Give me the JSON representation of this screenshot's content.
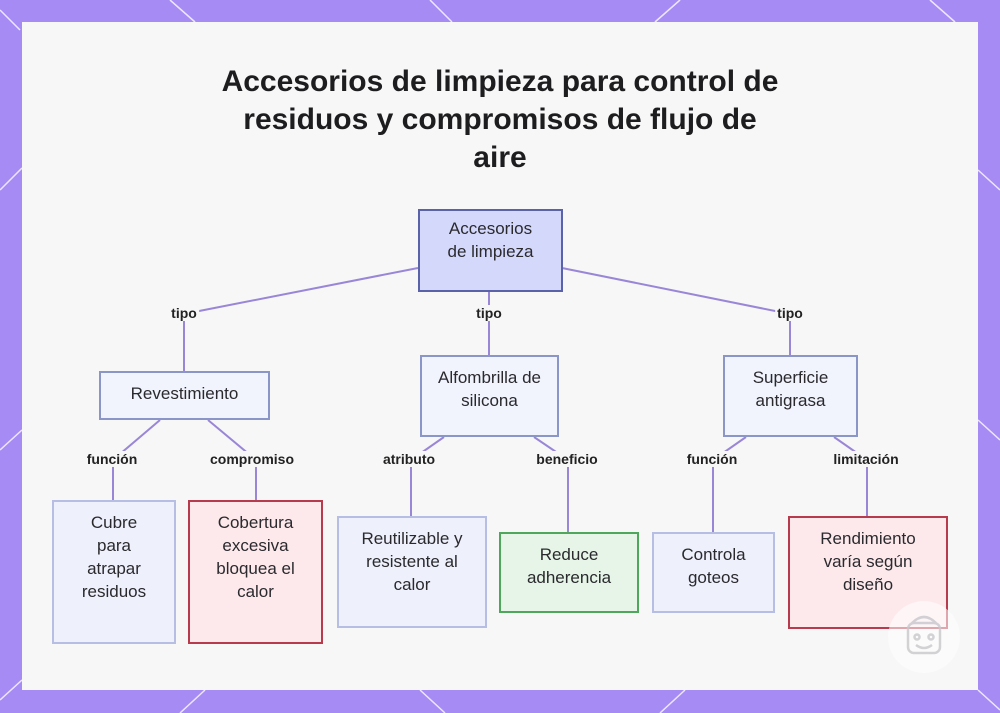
{
  "title": "Accesorios de limpieza para control de residuos y compromisos de flujo de aire",
  "nodes": {
    "root": "Accesorios de limpieza",
    "revestimiento": "Revestimiento",
    "alfombrilla": "Alfombrilla de silicona",
    "superficie": "Superficie antigrasa",
    "cubre": "Cubre para atrapar residuos",
    "cobertura": "Cobertura excesiva bloquea el calor",
    "reutilizable": "Reutilizable y resistente al calor",
    "reduce": "Reduce adherencia",
    "controla": "Controla goteos",
    "rendimiento": "Rendimiento varía según diseño"
  },
  "edges": {
    "tipo1": "tipo",
    "tipo2": "tipo",
    "tipo3": "tipo",
    "funcion1": "función",
    "compromiso": "compromiso",
    "atributo": "atributo",
    "beneficio": "beneficio",
    "funcion2": "función",
    "limitacion": "limitación"
  },
  "colors": {
    "frame": "#a78bf5",
    "edge": "#9a86d6",
    "negative_border": "#b83a4d",
    "positive_border": "#4fa75c"
  }
}
